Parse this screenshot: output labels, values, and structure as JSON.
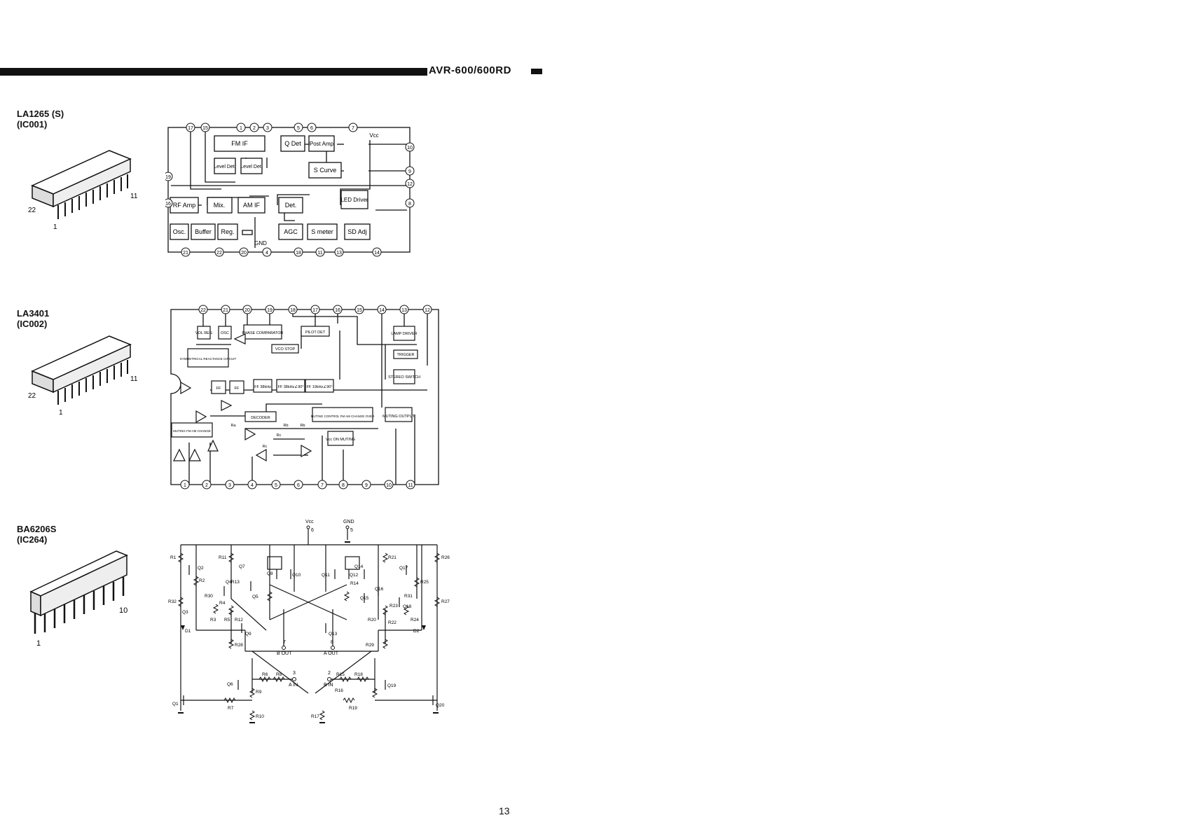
{
  "header": {
    "model": "AVR-600/600RD"
  },
  "ic1": {
    "part": "LA1265 (S)",
    "ref": "(IC001)",
    "pin_first": "1",
    "pin_last": "11",
    "pin_corner": "22",
    "blocks": [
      "FM IF",
      "Q Det",
      "Post Amp",
      "Level Det.",
      "Level Det.",
      "S Curve",
      "RF Amp",
      "Mix.",
      "AM IF",
      "Det.",
      "LED Driver",
      "Osc.",
      "Buffer",
      "Reg.",
      "AGC",
      "S meter",
      "SD Adj"
    ],
    "labels": {
      "vcc": "Vcc",
      "gnd": "GND"
    },
    "pins_top": [
      "17",
      "15",
      "1",
      "2",
      "3",
      "5",
      "6",
      "7"
    ],
    "pins_bottom": [
      "21",
      "22",
      "20",
      "4",
      "18",
      "11",
      "13",
      "14"
    ],
    "pins_left": [
      "19",
      "16"
    ],
    "pins_right": [
      "10",
      "9",
      "12",
      "8"
    ]
  },
  "ic2": {
    "part": "LA3401",
    "ref": "(IC002)",
    "pin_first": "1",
    "pin_last": "11",
    "pin_corner": "22",
    "blocks": [
      "VOL REG",
      "OSC",
      "PHASE COMPARATOR",
      "PILOT DET",
      "LAMP DRIVER",
      "VCO STOP",
      "SYMMETRICAL REACTANCE CIRCUIT",
      "TRIGGER",
      "STEREO SWITCH",
      "FF",
      "FF",
      "FF 38kHz",
      "FF 38kHz∠90°",
      "FF 19kHz∠90°",
      "DECODER",
      "MUTING CONTROL FM AM CHANGE OVER",
      "MUTING OUTPUT",
      "MUTING FM AM CHANGE",
      "Vcc ON MUTING"
    ],
    "resistors": [
      "Ra",
      "Rb",
      "Rb",
      "Rc",
      "Rc"
    ],
    "pins_top": [
      "22",
      "21",
      "20",
      "19",
      "18",
      "17",
      "16",
      "15",
      "14",
      "13",
      "12"
    ],
    "pins_bottom": [
      "1",
      "2",
      "3",
      "4",
      "5",
      "6",
      "7",
      "8",
      "9",
      "10",
      "11"
    ]
  },
  "ic3": {
    "part": "BA6206S",
    "ref": "(IC264)",
    "pin_first": "1",
    "pin_last": "10",
    "labels": {
      "vcc": "Vcc",
      "gnd": "GND",
      "vcc_pin": "6",
      "gnd_pin": "5",
      "b_out_pin": "7",
      "b_out": "B OUT",
      "a_out_pin": "8",
      "a_out": "A OUT",
      "a_in_pin": "3",
      "a_in": "A IN",
      "b_in_pin": "2",
      "b_in": "B IN"
    },
    "transistors": [
      "Q1",
      "Q2",
      "Q3",
      "Q4",
      "Q5",
      "Q6",
      "Q7",
      "Q8",
      "Q9",
      "Q10",
      "Q11",
      "Q12",
      "Q13",
      "Q14",
      "Q15",
      "Q16",
      "Q17",
      "Q18",
      "Q19",
      "Q20"
    ],
    "resistors": [
      "R1",
      "R2",
      "R3",
      "R4",
      "R5",
      "R6",
      "R7",
      "R8",
      "R9",
      "R10",
      "R11",
      "R12",
      "R13",
      "R14",
      "R15",
      "R16",
      "R17",
      "R18",
      "R19",
      "R20",
      "R21",
      "R22",
      "R23",
      "R24",
      "R25",
      "R26",
      "R27",
      "R28",
      "R29",
      "R30",
      "R31",
      "R32"
    ],
    "diodes": [
      "D1",
      "D2"
    ]
  },
  "footer": {
    "page_number": "13"
  }
}
